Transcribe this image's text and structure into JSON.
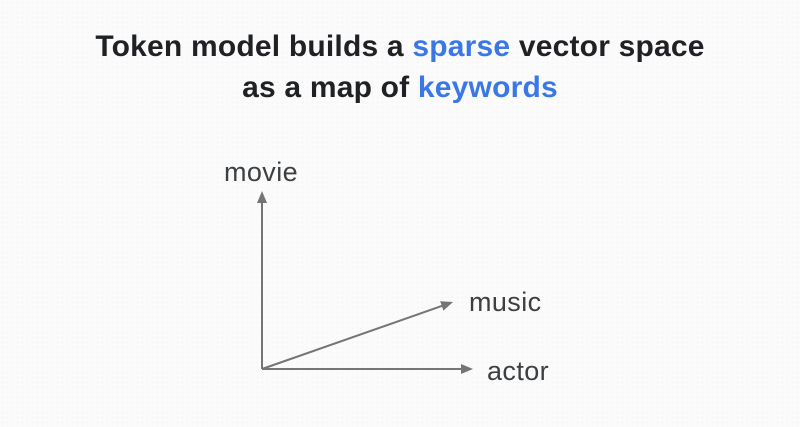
{
  "colors": {
    "background": "#fbfbfb",
    "title_text": "#1f2124",
    "accent_blue": "#3b78e7",
    "arrow_gray": "#757575",
    "diagram_label_gray": "#3c4043"
  },
  "title": {
    "line1": {
      "pre": "Token model builds a ",
      "highlight": "sparse",
      "post": " vector space"
    },
    "line2": {
      "pre": "as a map of ",
      "highlight": "keywords"
    }
  },
  "diagram": {
    "y_axis_label": "movie",
    "x_axis_label": "actor",
    "vector_label": "music"
  }
}
